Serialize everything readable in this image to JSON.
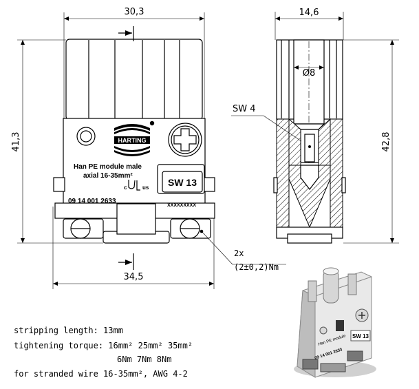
{
  "dimensions": {
    "front_width_top": "30,3",
    "front_width_bottom": "34,5",
    "front_height": "41,3",
    "side_width": "14,6",
    "side_height": "42,8",
    "bore_diameter": "Ø8",
    "wrench_size": "SW 4"
  },
  "torque_callout": {
    "count": "2x",
    "value": "(2±0,2)Nm"
  },
  "module_markings": {
    "brand": "HARTING",
    "product_line1": "Han PE module male",
    "product_line2": "axial 16-35mm²",
    "cert_left": "c",
    "cert_right": "us",
    "wrench_label": "SW 13",
    "part_number": "09 14 001 2633",
    "serial_placeholder": "XXXXXXXXX"
  },
  "notes": {
    "line1": "stripping length: 13mm",
    "line2": "tightening torque: 16mm²  25mm²  35mm²",
    "line3": "6Nm    7Nm    8Nm",
    "line4": "for stranded wire 16-35mm², AWG 4-2"
  },
  "photo_markings": {
    "wrench_label": "SW 13",
    "product_text": "Han PE module",
    "part_number": "09 14 001 2633"
  },
  "colors": {
    "line": "#000000",
    "hatch": "#000000",
    "photo_body": "#e9e9e9",
    "photo_shadow": "#8a8a8a"
  }
}
